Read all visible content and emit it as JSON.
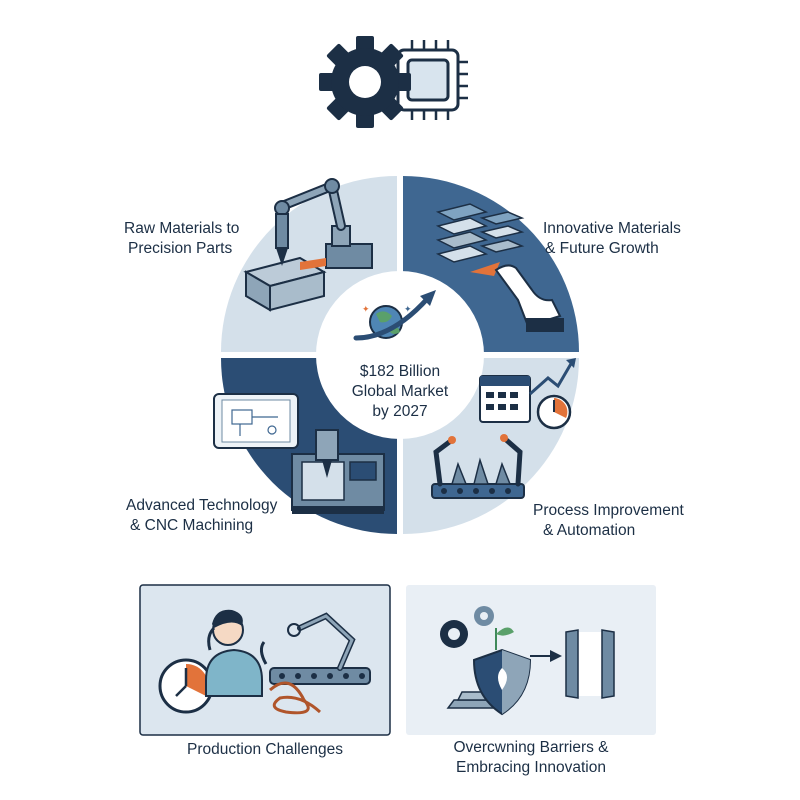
{
  "header": {
    "icon": "gear-chip-icon"
  },
  "cycle": {
    "center": {
      "lines": [
        "$182 Billion",
        "Global Market",
        "by 2027"
      ],
      "icon": "globe-growth-arrow-icon"
    },
    "quadrants": [
      {
        "id": "top-left",
        "lines": [
          "Raw Materials to",
          "Precision Parts"
        ],
        "icon": "robot-arm-metal-block-icon",
        "color": "#d4e0ea"
      },
      {
        "id": "top-right",
        "lines": [
          "Innovative Materials",
          "& Future Growth"
        ],
        "icon": "material-layers-hand-icon",
        "color": "#3f6791"
      },
      {
        "id": "bottom-left",
        "lines": [
          "Advanced Technology",
          "& CNC Machining"
        ],
        "icon": "cnc-machine-tablet-icon",
        "color": "#2b4d74"
      },
      {
        "id": "bottom-right",
        "lines": [
          "Process Improvement",
          "& Automation"
        ],
        "icon": "calendar-stopwatch-assembly-icon",
        "color": "#d4e0ea"
      }
    ]
  },
  "panels": [
    {
      "id": "production",
      "lines": [
        "Production Challenges"
      ],
      "icon": "frustrated-worker-clock-robot-icon",
      "color": "#dce6ef"
    },
    {
      "id": "barriers",
      "lines": [
        "Overcwning Barriers &",
        "Embracing Innovation"
      ],
      "icon": "shield-plant-door-icon",
      "color": "#e9eff5"
    }
  ],
  "colors": {
    "dark": "#1c2f45",
    "mid": "#3f6791",
    "deep": "#2b4d74",
    "light": "#d4e0ea",
    "accent": "#e2733a"
  }
}
